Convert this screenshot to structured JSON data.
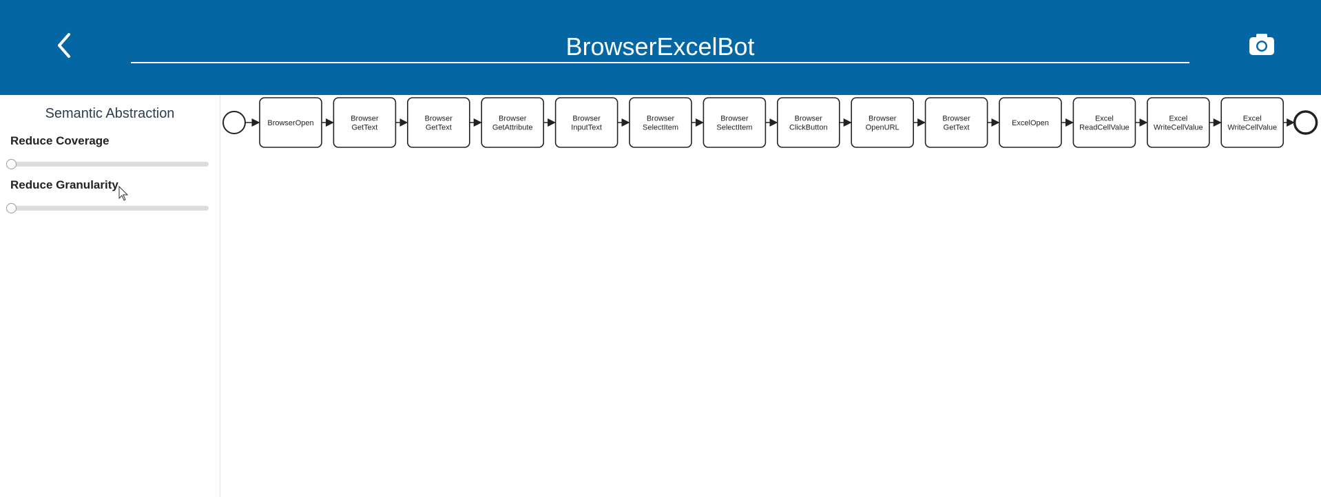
{
  "header": {
    "title": "BrowserExcelBot",
    "back_icon": "chevron-left-icon",
    "camera_icon": "camera-icon",
    "background": "#0467a3"
  },
  "sidebar": {
    "title": "Semantic Abstraction",
    "coverage_label": "Reduce Coverage",
    "coverage_value": 0,
    "granularity_label": "Reduce Granularity",
    "granularity_value": 0
  },
  "process": {
    "tasks": [
      [
        "BrowserOpen"
      ],
      [
        "Browser",
        "GetText"
      ],
      [
        "Browser",
        "GetText"
      ],
      [
        "Browser",
        "GetAttribute"
      ],
      [
        "Browser",
        "InputText"
      ],
      [
        "Browser",
        "SelectItem"
      ],
      [
        "Browser",
        "SelectItem"
      ],
      [
        "Browser",
        "ClickButton"
      ],
      [
        "Browser",
        "OpenURL"
      ],
      [
        "Browser",
        "GetText"
      ],
      [
        "ExcelOpen"
      ],
      [
        "Excel",
        "ReadCellValue"
      ],
      [
        "Excel",
        "WriteCellValue"
      ],
      [
        "Excel",
        "WriteCellValue"
      ]
    ]
  }
}
